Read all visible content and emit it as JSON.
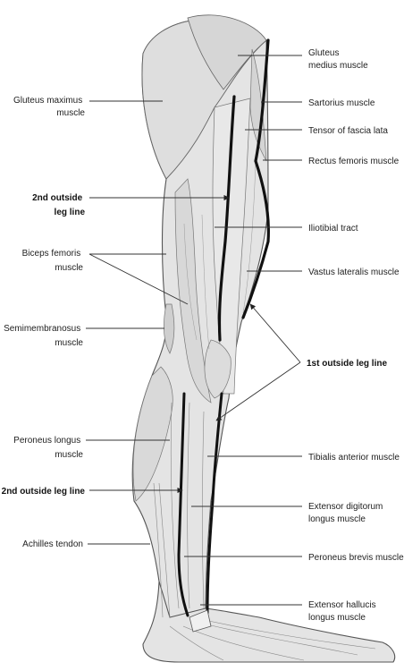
{
  "labels": {
    "gluteus_medius": [
      "Gluteus",
      "medius muscle"
    ],
    "gluteus_maximus": [
      "Gluteus maximus",
      "muscle"
    ],
    "sartorius": [
      "Sartorius muscle"
    ],
    "tensor_fascia_lata": [
      "Tensor of fascia lata"
    ],
    "rectus_femoris": [
      "Rectus femoris muscle"
    ],
    "second_outside_leg_line_upper": [
      "2nd outside",
      "leg line"
    ],
    "iliotibial_tract": [
      "Iliotibial tract"
    ],
    "biceps_femoris": [
      "Biceps femoris",
      "muscle"
    ],
    "vastus_lateralis": [
      "Vastus lateralis muscle"
    ],
    "semimembranosus": [
      "Semimembranosus",
      "muscle"
    ],
    "first_outside_leg_line": [
      "1st outside leg line"
    ],
    "peroneus_longus": [
      "Peroneus longus",
      "muscle"
    ],
    "tibialis_anterior": [
      "Tibialis anterior muscle"
    ],
    "second_outside_leg_line_lower": [
      "2nd outside leg line"
    ],
    "extensor_digitorum_longus": [
      "Extensor digitorum",
      "longus muscle"
    ],
    "achilles_tendon": [
      "Achilles tendon"
    ],
    "peroneus_brevis": [
      "Peroneus brevis muscle"
    ],
    "extensor_hallucis_longus": [
      "Extensor hallucis",
      "longus muscle"
    ]
  },
  "colors": {
    "leg_fill": "#e4e4e4",
    "leg_shade": "#d2d2d2",
    "outline": "#555555",
    "leg_line": "#111111",
    "leader": "#333333"
  }
}
